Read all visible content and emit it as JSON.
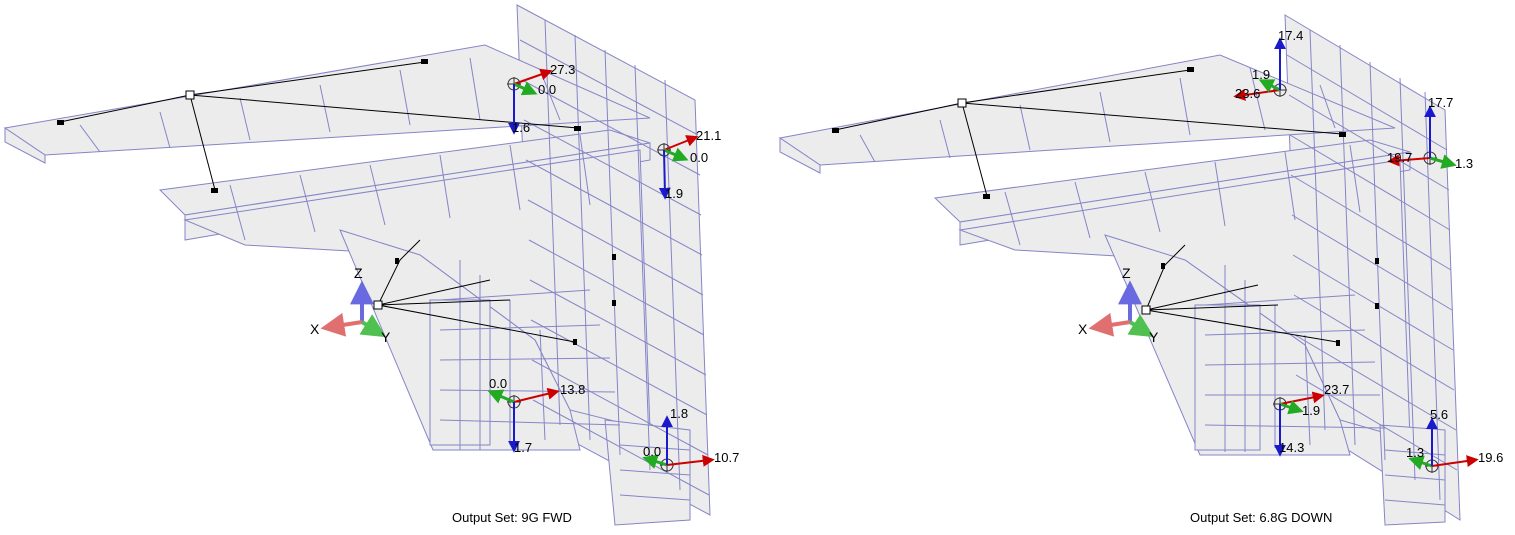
{
  "panels": [
    {
      "output_set": "Output Set: 9G FWD",
      "fittings": [
        {
          "x": "27.3",
          "y": "0.0",
          "z": "1.6"
        },
        {
          "x": "21.1",
          "y": "0.0",
          "z": "1.9"
        },
        {
          "x": "13.8",
          "y": "0.0",
          "z": "1.7"
        },
        {
          "x": "10.7",
          "y": "0.0",
          "z": "1.8"
        }
      ]
    },
    {
      "output_set": "Output Set: 6.8G DOWN",
      "fittings": [
        {
          "x": "23.6",
          "y": "1.9",
          "z": "17.4"
        },
        {
          "x": "19.7",
          "y": "1.3",
          "z": "17.7"
        },
        {
          "x": "23.7",
          "y": "1.9",
          "z": "14.3"
        },
        {
          "x": "19.6",
          "y": "1.3",
          "z": "5.6"
        }
      ]
    }
  ],
  "axis_triad": {
    "x_label": "X",
    "y_label": "Y",
    "z_label": "Z"
  },
  "colors": {
    "mesh_fill": "#ececec",
    "mesh_line": "#8585c8",
    "x_arrow": "#cc0000",
    "y_arrow": "#22aa22",
    "z_arrow": "#1a1acc",
    "triad_x": "#e07070",
    "triad_y": "#50c050",
    "triad_z": "#6a6ae0"
  }
}
